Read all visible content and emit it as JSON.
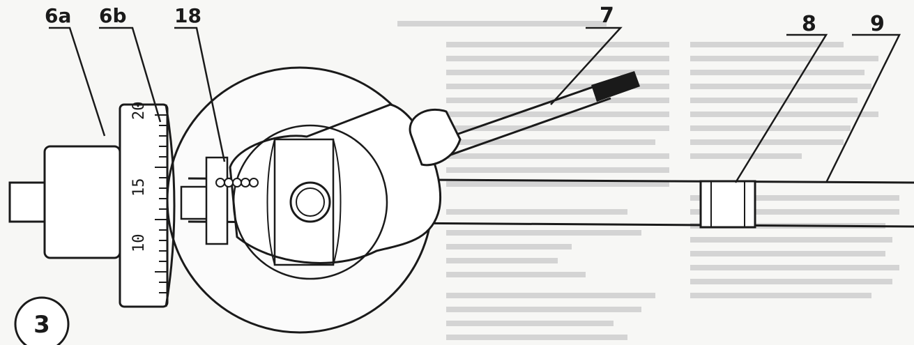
{
  "labels": {
    "l6a": "6a",
    "l6b": "6b",
    "l18": "18",
    "l7": "7",
    "l8": "8",
    "l9": "9",
    "figure_no": "3"
  },
  "scale_ticks": [
    "20",
    "15",
    "10"
  ]
}
